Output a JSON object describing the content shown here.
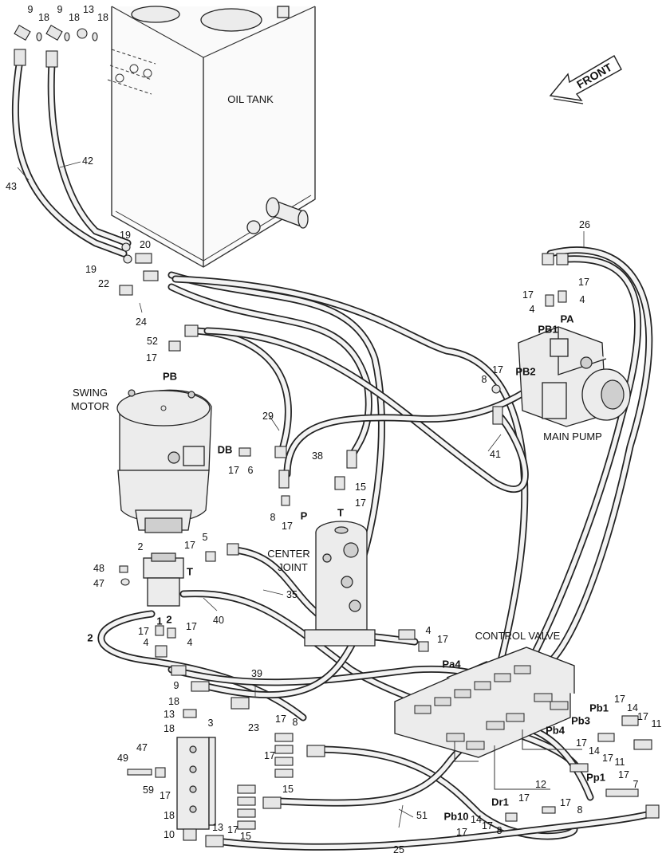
{
  "component_labels": {
    "oil_tank": "OIL TANK",
    "swing_motor_line1": "SWING",
    "swing_motor_line2": "MOTOR",
    "main_pump": "MAIN PUMP",
    "center_joint_line1": "CENTER",
    "center_joint_line2": "JOINT",
    "control_valve": "CONTROL VALVE",
    "front_arrow": "FRONT"
  },
  "port_labels": [
    "PB1",
    "PA",
    "PB2",
    "PB",
    "DB",
    "P",
    "T",
    "T",
    "Pa4",
    "Pb1",
    "Pb3",
    "Pb4",
    "Pp1",
    "Dr1",
    "Pb10",
    "1",
    "2",
    "2"
  ],
  "callouts": [
    "9",
    "18",
    "9",
    "18",
    "13",
    "18",
    "43",
    "42",
    "19",
    "20",
    "19",
    "22",
    "24",
    "26",
    "17",
    "17",
    "4",
    "4",
    "52",
    "17",
    "8",
    "17",
    "29",
    "38",
    "41",
    "17",
    "6",
    "15",
    "17",
    "8",
    "17",
    "2",
    "17",
    "5",
    "48",
    "47",
    "35",
    "40",
    "17",
    "17",
    "4",
    "4",
    "4",
    "17",
    "9",
    "39",
    "18",
    "13",
    "18",
    "3",
    "23",
    "17",
    "8",
    "49",
    "47",
    "59",
    "17",
    "17",
    "15",
    "17",
    "14",
    "17",
    "11",
    "17",
    "14",
    "17",
    "11",
    "17",
    "12",
    "17",
    "7",
    "17",
    "14",
    "17",
    "8",
    "17",
    "8",
    "51",
    "18",
    "13",
    "10",
    "17",
    "15",
    "25"
  ]
}
